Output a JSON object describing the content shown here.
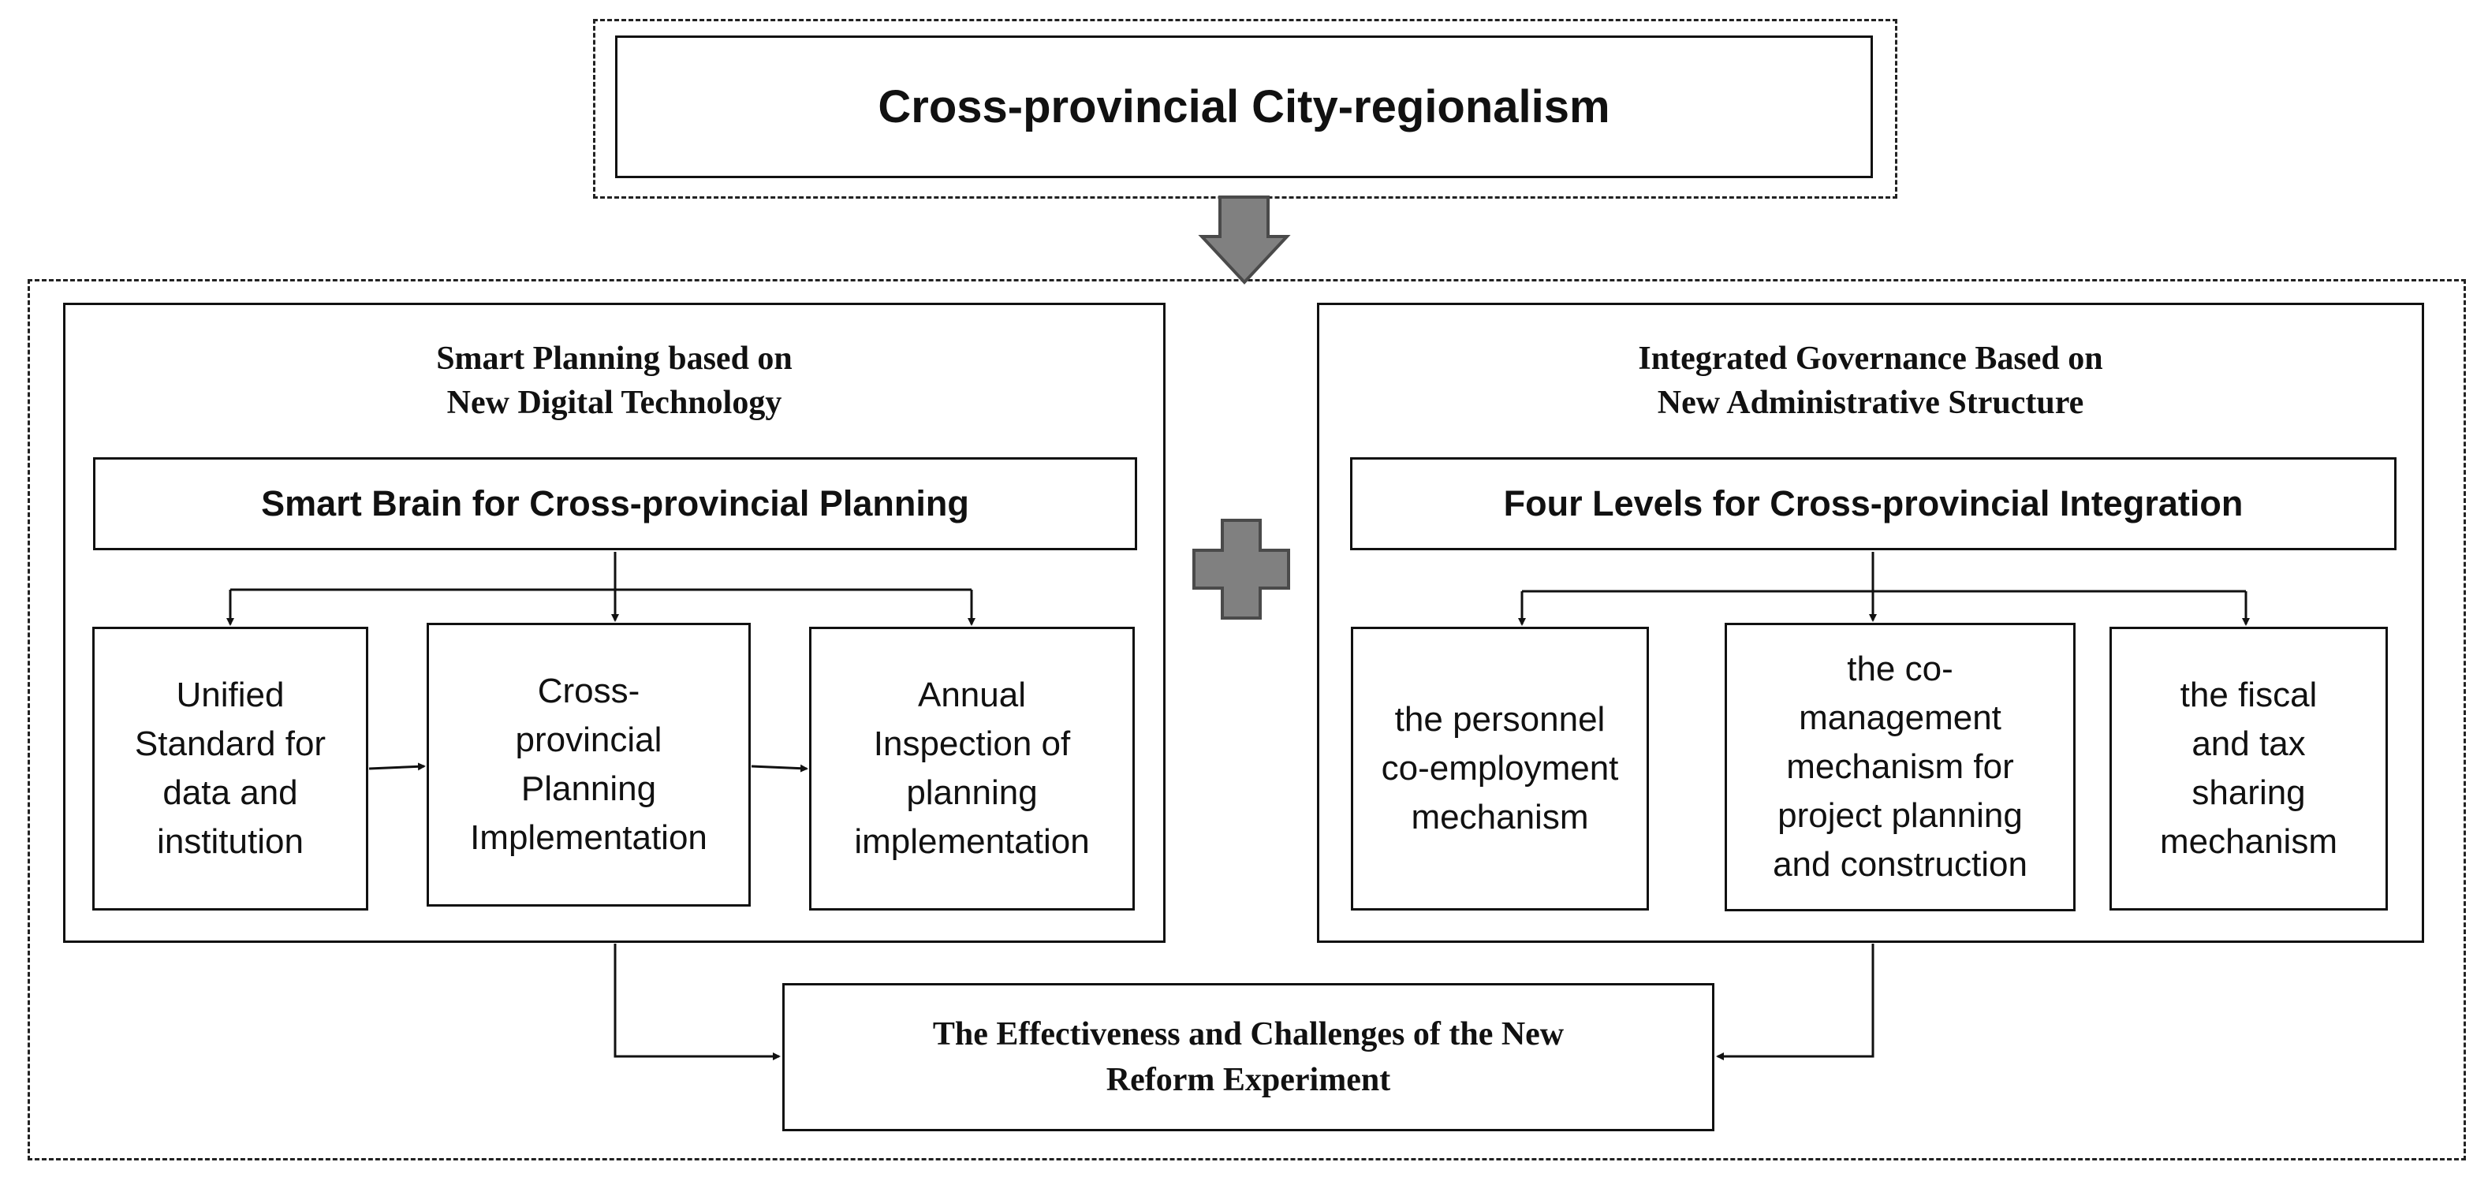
{
  "top": {
    "title": "Cross-provincial City-regionalism"
  },
  "left_panel": {
    "heading": "Smart Planning based on\nNew Digital Technology",
    "subtitle": "Smart Brain for Cross-provincial Planning",
    "boxes": [
      "Unified\nStandard for\ndata and\ninstitution",
      "Cross-\nprovincial\nPlanning\nImplementation",
      "Annual\nInspection of\nplanning\nimplementation"
    ]
  },
  "right_panel": {
    "heading": "Integrated Governance Based on\nNew Administrative Structure",
    "subtitle": "Four Levels for Cross-provincial Integration",
    "boxes": [
      "the personnel\nco-employment\nmechanism",
      "the co-\nmanagement\nmechanism for\nproject planning\nand construction",
      "the fiscal\nand tax\nsharing\nmechanism"
    ]
  },
  "bottom": {
    "title": "The Effectiveness and Challenges of the New\nReform Experiment"
  },
  "icons": {
    "down_arrow": "block-arrow-down-icon",
    "plus": "plus-icon",
    "fill_color": "#808080",
    "stroke_color": "#4a4a4a"
  }
}
